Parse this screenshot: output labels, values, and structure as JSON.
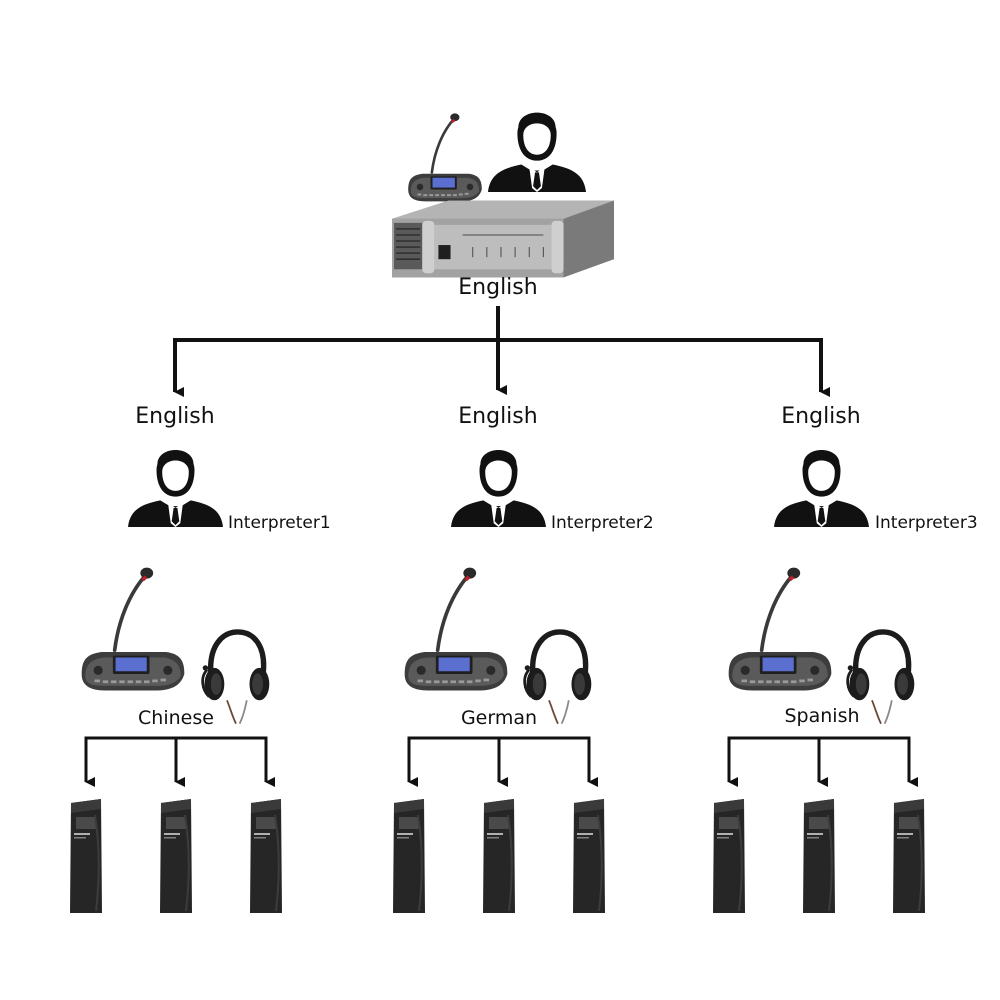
{
  "colors": {
    "line": "#111111",
    "person": "#111111",
    "device_dark": "#2b2b2b",
    "device_mid": "#4a4a4a",
    "device_light": "#8a8a8a",
    "screen": "#5a6fd0",
    "rack_body": "#9a9a9a",
    "rack_front": "#b8b8b8",
    "rack_dark": "#3a3a3a",
    "mic_tip": "#c0202a"
  },
  "top": {
    "language": "English",
    "icons": [
      "desk-microphone-icon",
      "person-icon",
      "rack-unit-icon"
    ]
  },
  "interpreters": [
    {
      "input_language": "English",
      "name": "Interpreter1",
      "output_language": "Chinese"
    },
    {
      "input_language": "English",
      "name": "Interpreter2",
      "output_language": "German"
    },
    {
      "input_language": "English",
      "name": "Interpreter3",
      "output_language": "Spanish"
    }
  ],
  "receivers_per_channel": 3,
  "receiver_icon": "receiver-icon"
}
